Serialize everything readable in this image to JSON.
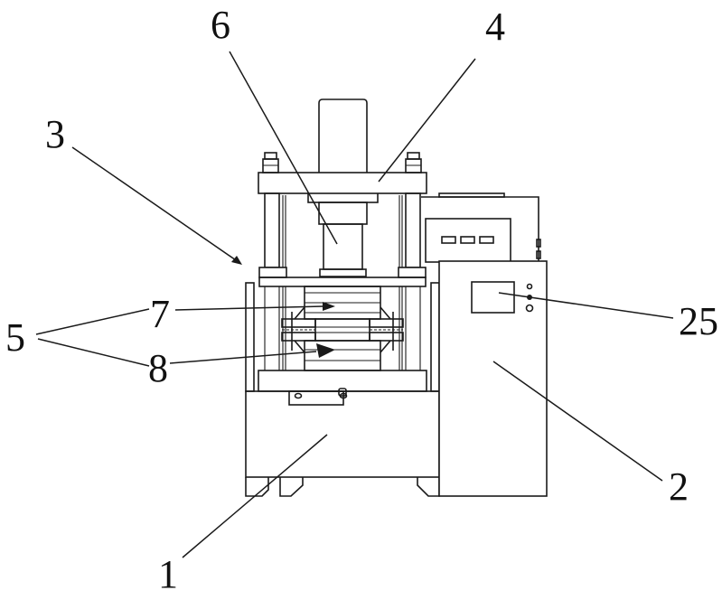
{
  "figure": {
    "type": "patent-drawing",
    "subject": "press machine front view",
    "line_color": "#1a1a1a",
    "background": "#ffffff"
  },
  "labels": {
    "label_1": "1",
    "label_2": "2",
    "label_3": "3",
    "label_4": "4",
    "label_5": "5",
    "label_6": "6",
    "label_7": "7",
    "label_8": "8",
    "label_25": "25"
  },
  "parts": [
    {
      "ref": "1",
      "name": "base"
    },
    {
      "ref": "2",
      "name": "control-cabinet"
    },
    {
      "ref": "3",
      "name": "frame-column"
    },
    {
      "ref": "4",
      "name": "top-crossbeam"
    },
    {
      "ref": "5",
      "name": "mold-assembly"
    },
    {
      "ref": "6",
      "name": "hydraulic-cylinder"
    },
    {
      "ref": "7",
      "name": "upper-mold"
    },
    {
      "ref": "8",
      "name": "lower-mold"
    },
    {
      "ref": "25",
      "name": "control-panel-indicator"
    }
  ]
}
